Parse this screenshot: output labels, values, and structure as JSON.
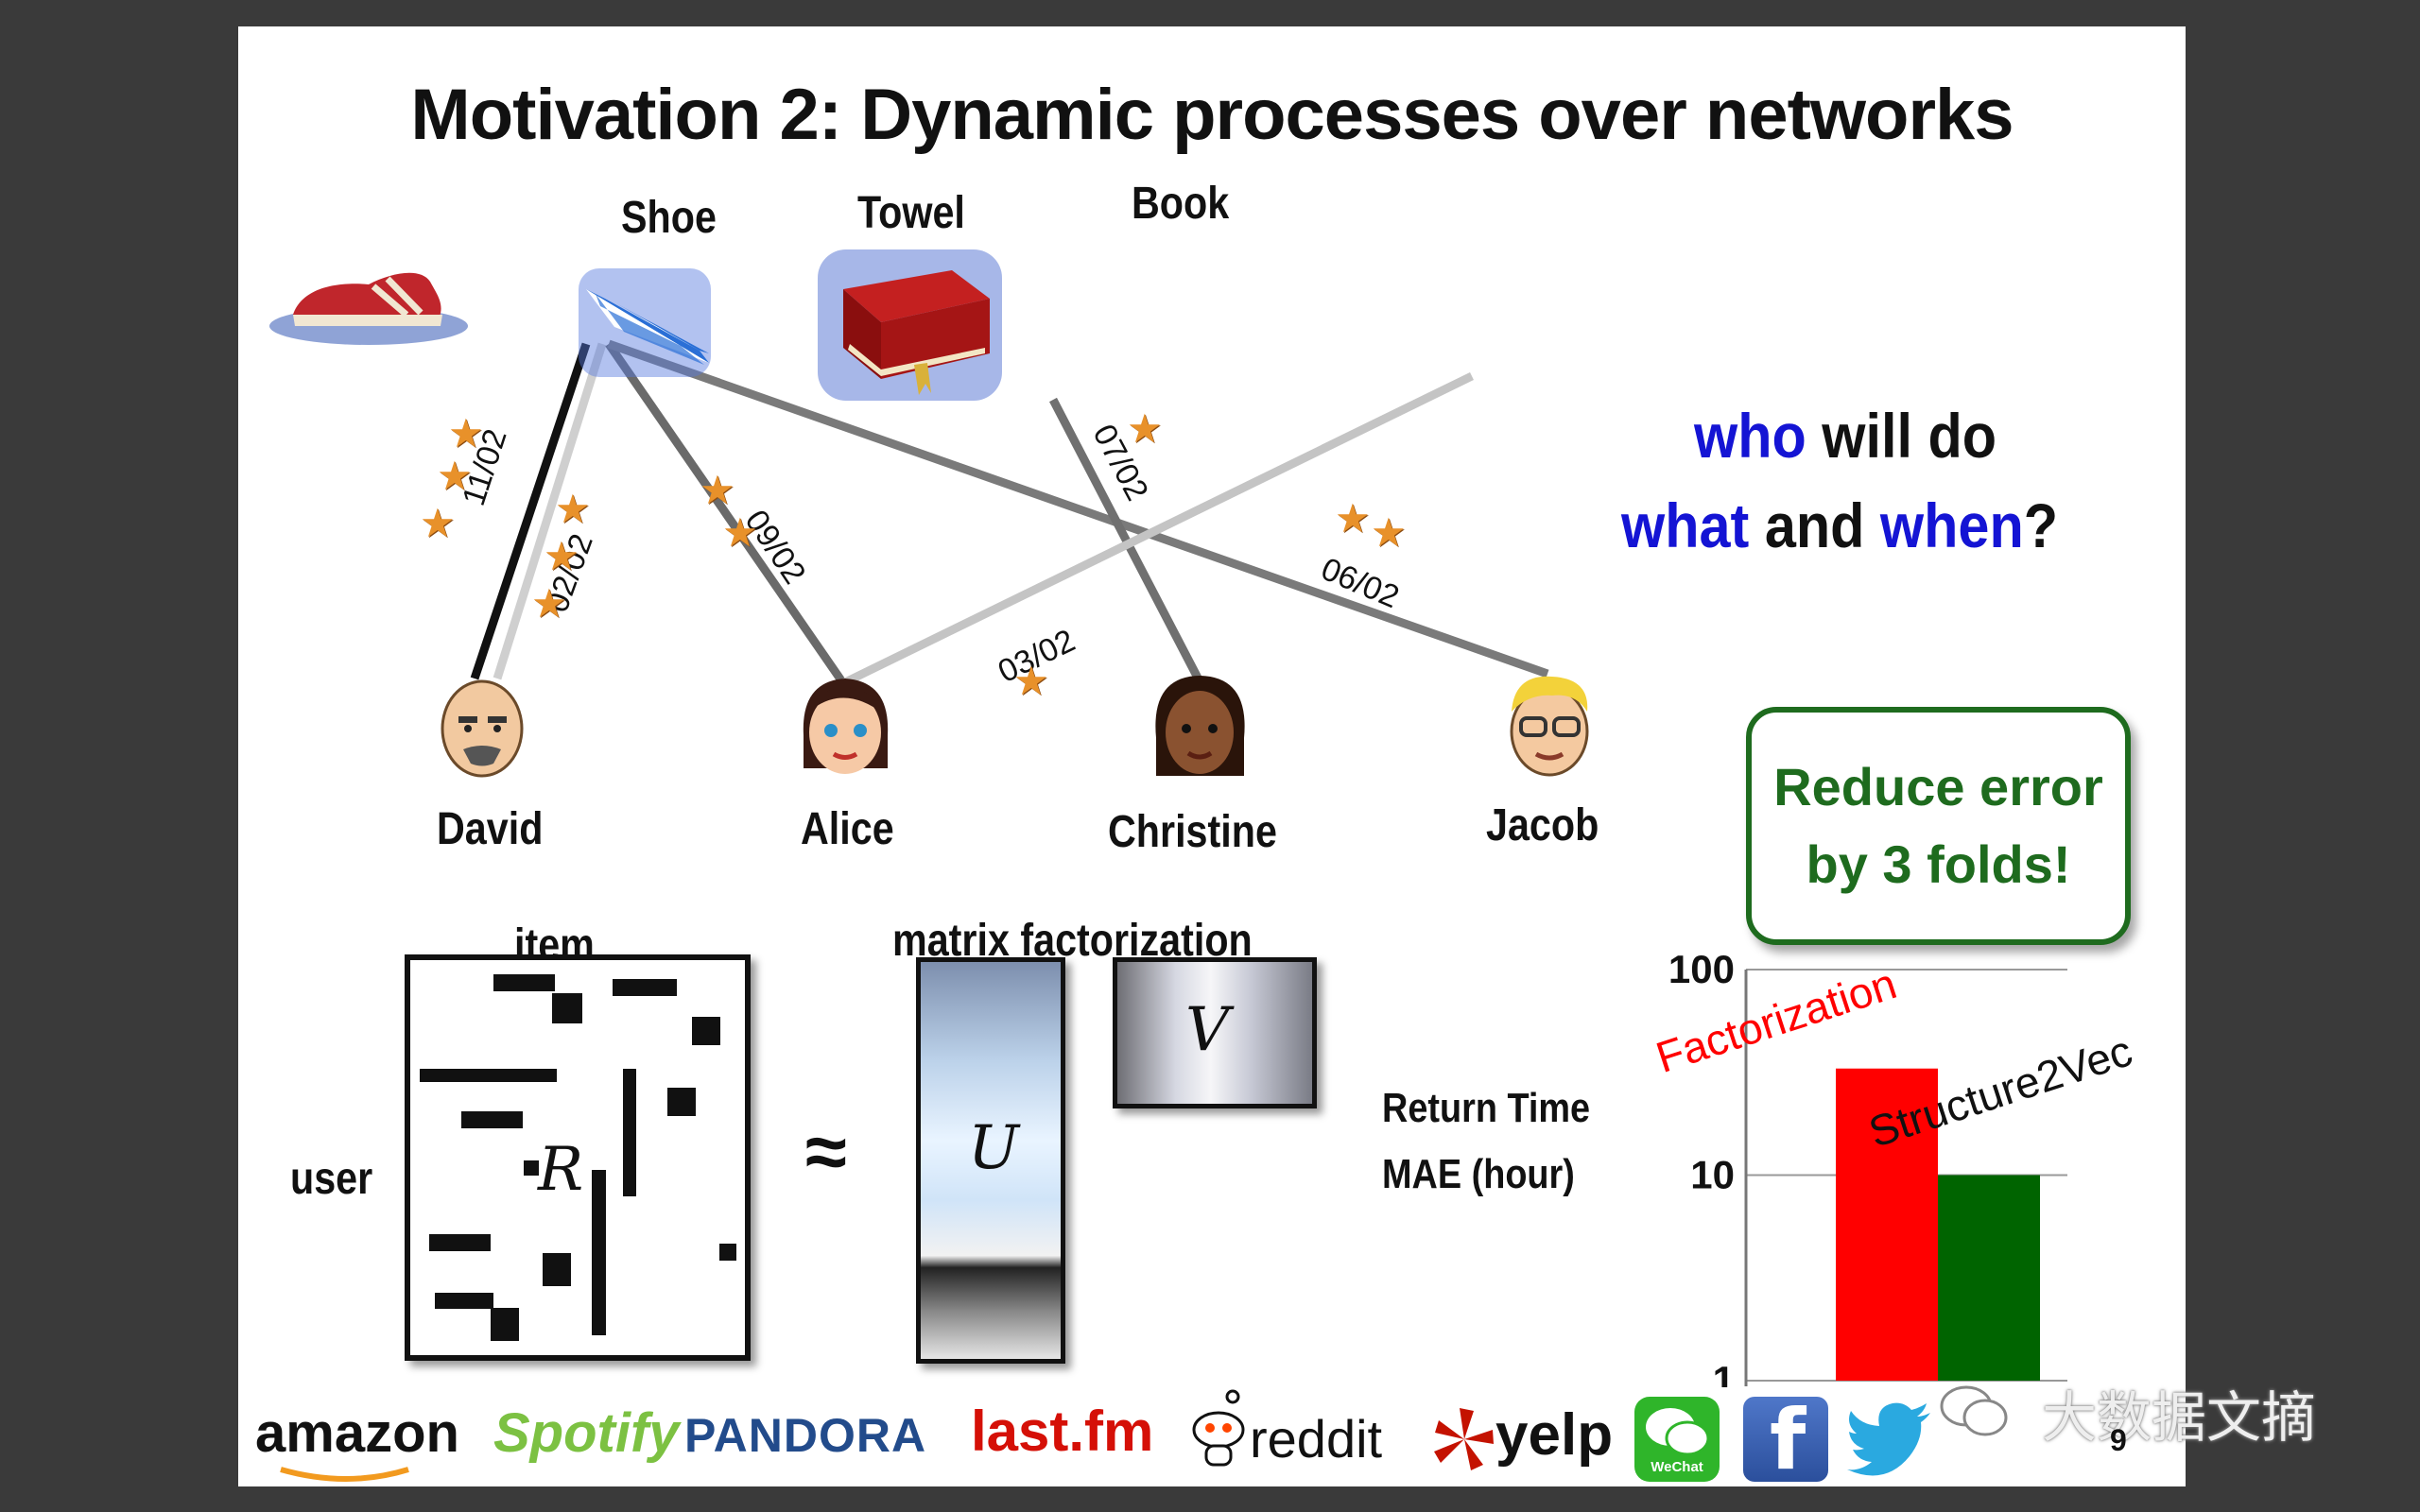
{
  "slide": {
    "title": "Motivation 2: Dynamic processes over networks",
    "page_number": "9"
  },
  "items": [
    {
      "name": "Shoe",
      "icon": "shoe-icon"
    },
    {
      "name": "Towel",
      "icon": "towel-icon"
    },
    {
      "name": "Book",
      "icon": "book-icon"
    }
  ],
  "users": [
    {
      "name": "David",
      "icon": "male-bald-avatar-icon"
    },
    {
      "name": "Alice",
      "icon": "female-avatar-icon"
    },
    {
      "name": "Christine",
      "icon": "female-curly-avatar-icon"
    },
    {
      "name": "Jacob",
      "icon": "male-glasses-avatar-icon"
    }
  ],
  "edge_dates": [
    "11/02",
    "02/02",
    "09/02",
    "07/02",
    "03/02",
    "06/02"
  ],
  "question": {
    "line1_a": "who",
    "line1_b": " will do",
    "line2_a": "what",
    "line2_b": " and ",
    "line2_c": "when",
    "line2_d": "?"
  },
  "matrix_section": {
    "item_label": "item",
    "user_label": "user",
    "mf_label": "matrix factorization",
    "R": "R",
    "approx": "≈",
    "U": "U",
    "V": "V"
  },
  "callout": {
    "line1": "Reduce error",
    "line2": "by 3 folds!"
  },
  "chart_data": {
    "type": "bar",
    "categories": [
      "Factorization",
      "Structure2Vec"
    ],
    "values": [
      33,
      10
    ],
    "colors": [
      "#ff0000",
      "#006400"
    ],
    "ylabel_line1": "Return Time",
    "ylabel_line2": "MAE (hour)",
    "yscale": "log",
    "ylim": [
      1,
      100
    ],
    "yticks": [
      "1",
      "10",
      "100"
    ],
    "grid": true
  },
  "logos": {
    "amazon": "amazon",
    "spotify": "Spotify",
    "pandora": "PANDORA",
    "lastfm": "last.fm",
    "reddit": "reddit",
    "yelp": "yelp",
    "wechat": "WeChat"
  },
  "watermark": "大数据文摘"
}
